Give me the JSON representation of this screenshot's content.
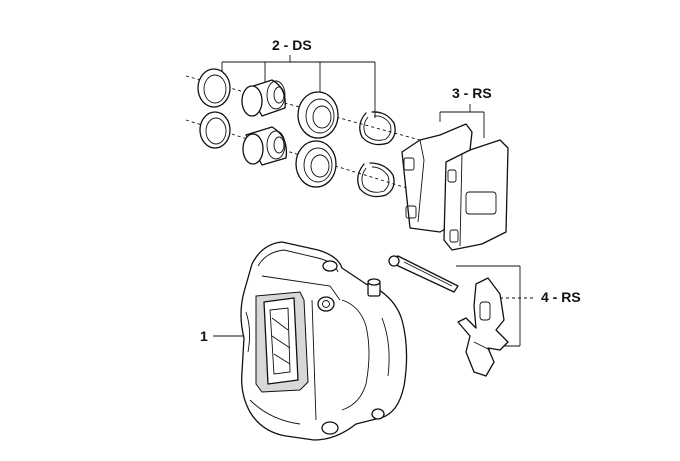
{
  "callouts": {
    "part1": "1",
    "part2": "2 - DS",
    "part3": "3 - RS",
    "part4": "4 - RS"
  }
}
